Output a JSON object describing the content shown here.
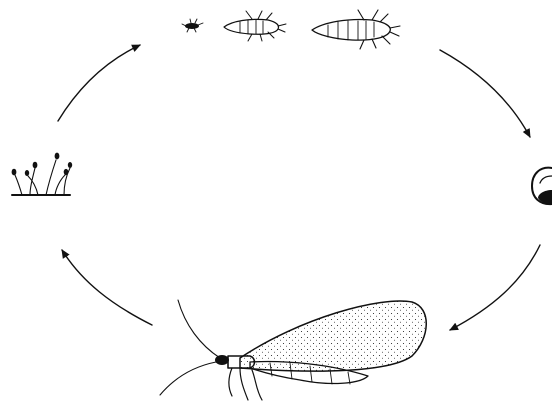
{
  "diagram": {
    "kind": "life-cycle",
    "direction": "clockwise",
    "stages": [
      {
        "id": "eggs",
        "icon": "eggs-on-stalks-icon"
      },
      {
        "id": "larva-instar-1",
        "icon": "larva-small-icon"
      },
      {
        "id": "larva-instar-2",
        "icon": "larva-medium-icon"
      },
      {
        "id": "larva-instar-3",
        "icon": "larva-large-icon"
      },
      {
        "id": "pupa",
        "icon": "cocoon-icon"
      },
      {
        "id": "adult",
        "icon": "lacewing-adult-icon"
      }
    ],
    "arrows": [
      {
        "from": "eggs",
        "to": "larva-instar-1"
      },
      {
        "from": "larva-instar-3",
        "to": "pupa"
      },
      {
        "from": "pupa",
        "to": "adult"
      },
      {
        "from": "adult",
        "to": "eggs"
      }
    ],
    "colors": {
      "ink": "#111111",
      "background": "#ffffff"
    }
  }
}
